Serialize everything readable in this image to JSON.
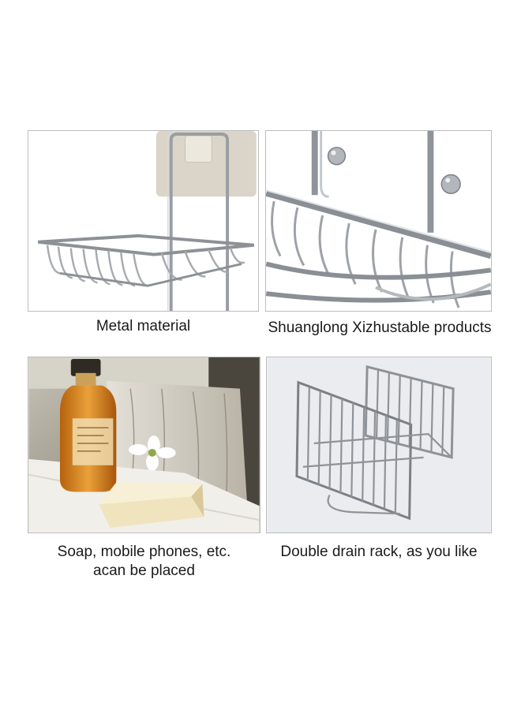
{
  "panels": [
    {
      "caption": "Metal material"
    },
    {
      "caption": "Shuanglong Xizhustable products"
    },
    {
      "caption_line1": "Soap, mobile phones, etc.",
      "caption_line2": "acan be placed"
    },
    {
      "caption": "Double drain rack, as you like"
    }
  ],
  "colors": {
    "panel_border": "#bdbdbd",
    "chrome": "#a9adb3",
    "wall_plate": "#d9d4c7",
    "oil": "#d7891f",
    "soap": "#efe6c6"
  }
}
